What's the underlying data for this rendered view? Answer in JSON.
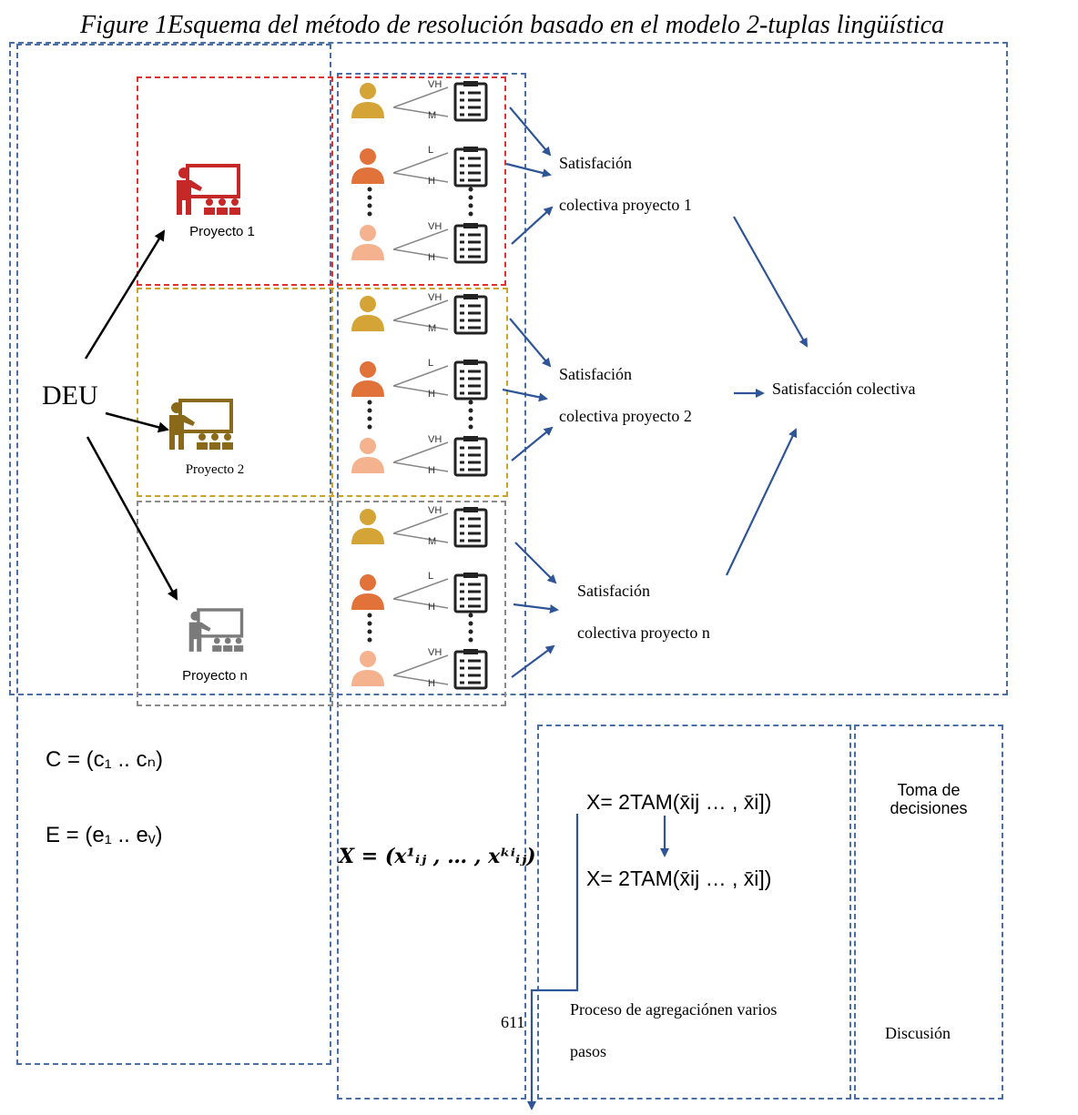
{
  "title": "Figure 1Esquema del método de resolución basado en el modelo 2-tuplas lingüística",
  "deu": "DEU",
  "projects": [
    {
      "label": "Proyecto 1",
      "satisfaction_line1": "Satisfación",
      "satisfaction_line2": "colectiva proyecto 1",
      "color": "#c62828"
    },
    {
      "label": "Proyecto 2",
      "satisfaction_line1": "Satisfación",
      "satisfaction_line2": "colectiva proyecto 2",
      "color": "#8a6a1a"
    },
    {
      "label": "Proyecto n",
      "satisfaction_line1": "Satisfación",
      "satisfaction_line2": "colectiva proyecto n",
      "color": "#7a7a7a"
    }
  ],
  "collective": "Satisfacción colectiva",
  "ratings": [
    "VH",
    "M",
    "L",
    "H",
    "VH",
    "H"
  ],
  "criteria": "C = (c₁ .. cₙ)",
  "experts": "E = (e₁ .. eᵥ)",
  "x_formula": "X = (x¹ᵢⱼ , … , xᵏⁱᵢⱼ)",
  "agg_formula_1": "X= 2TAM(x̄ij … , x̄i])",
  "agg_formula_2": "X= 2TAM(x̄ij … , x̄i])",
  "process_label_1": "Proceso de agregaciónen varios",
  "process_label_2": "pasos",
  "page_number": "611",
  "decision_label_1": "Toma de",
  "decision_label_2": "decisiones",
  "discussion_label": "Discusión",
  "colors": {
    "arrow": "#2f5597",
    "dash_blue": "#4a6fa5",
    "dash_red": "#e03030",
    "dash_gold": "#c9a227",
    "dash_gray": "#8a8a8a"
  }
}
